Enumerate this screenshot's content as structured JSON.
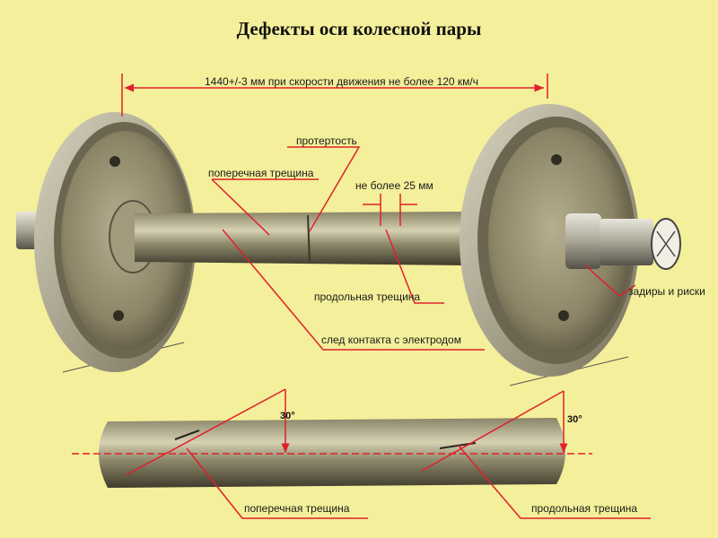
{
  "title": "Дефекты оси колесной пары",
  "dimension_label": "1440+/-3 мм при скорости движения не более 120 км/ч",
  "labels": {
    "wear": "протертость",
    "transverse_crack_top": "поперечная трещина",
    "max_25mm": "не более 25 мм",
    "longitudinal_crack_top": "продольная трещина",
    "scoring": "задиры и риски",
    "electrode_mark": "след контакта с электродом",
    "transverse_crack_bottom": "поперечная трещина",
    "longitudinal_crack_bottom": "продольная трещина"
  },
  "angles": {
    "left": "30°",
    "right": "30°"
  },
  "colors": {
    "background": "#f4ef9a",
    "leader_line": "#e0202a",
    "metal_dark": "#4a4535",
    "metal_light": "#c9c4a4"
  }
}
